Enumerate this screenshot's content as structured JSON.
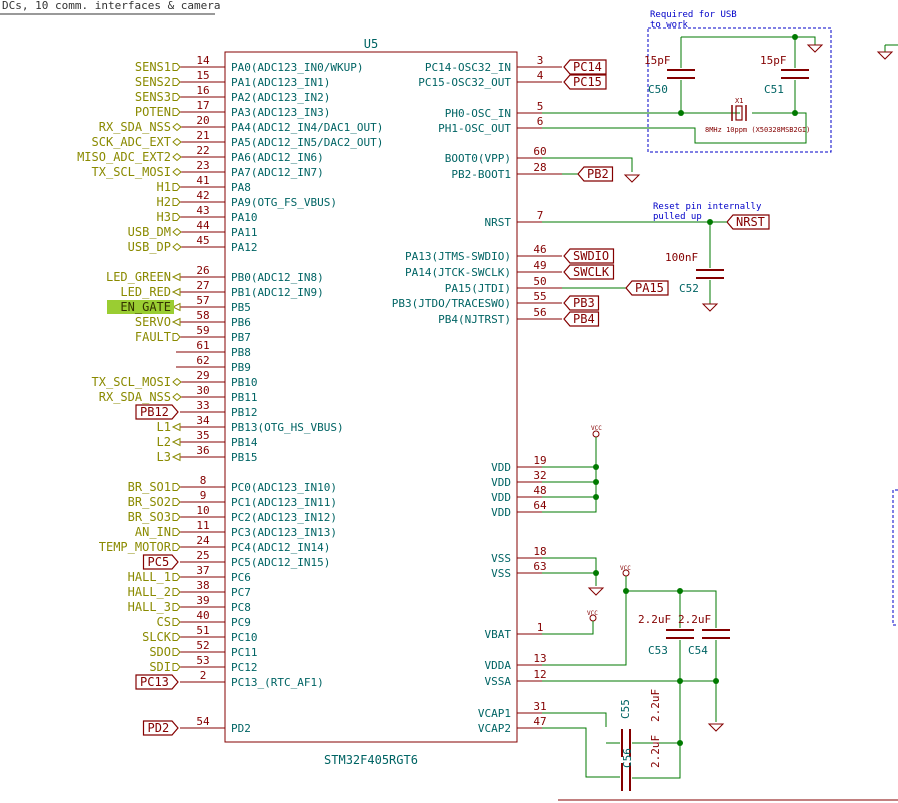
{
  "header_text": "DCs, 10 comm. interfaces & camera",
  "chip": {
    "ref": "U5",
    "value": "STM32F405RGT6",
    "left_pins": [
      {
        "num": "14",
        "name": "PA0(ADC123_IN0/WKUP)",
        "net": "SENS1"
      },
      {
        "num": "15",
        "name": "PA1(ADC123_IN1)",
        "net": "SENS2"
      },
      {
        "num": "16",
        "name": "PA2(ADC123_IN2)",
        "net": "SENS3"
      },
      {
        "num": "17",
        "name": "PA3(ADC123_IN3)",
        "net": "POTEN"
      },
      {
        "num": "20",
        "name": "PA4(ADC12_IN4/DAC1_OUT)",
        "net": "RX_SDA_NSS"
      },
      {
        "num": "21",
        "name": "PA5(ADC12_IN5/DAC2_OUT)",
        "net": "SCK_ADC_EXT"
      },
      {
        "num": "22",
        "name": "PA6(ADC12_IN6)",
        "net": "MISO_ADC_EXT2"
      },
      {
        "num": "23",
        "name": "PA7(ADC12_IN7)",
        "net": "TX_SCL_MOSI"
      },
      {
        "num": "41",
        "name": "PA8",
        "net": "H1"
      },
      {
        "num": "42",
        "name": "PA9(OTG_FS_VBUS)",
        "net": "H2"
      },
      {
        "num": "43",
        "name": "PA10",
        "net": "H3"
      },
      {
        "num": "44",
        "name": "PA11",
        "net": "USB_DM"
      },
      {
        "num": "45",
        "name": "PA12",
        "net": "USB_DP"
      },
      {
        "num": "26",
        "name": "PB0(ADC12_IN8)",
        "net": "LED_GREEN"
      },
      {
        "num": "27",
        "name": "PB1(ADC12_IN9)",
        "net": "LED_RED"
      },
      {
        "num": "57",
        "name": "PB5",
        "net": "EN_GATE"
      },
      {
        "num": "58",
        "name": "PB6",
        "net": "SERVO"
      },
      {
        "num": "59",
        "name": "PB7",
        "net": "FAULT"
      },
      {
        "num": "61",
        "name": "PB8",
        "net": ""
      },
      {
        "num": "62",
        "name": "PB9",
        "net": ""
      },
      {
        "num": "29",
        "name": "PB10",
        "net": "TX_SCL_MOSI"
      },
      {
        "num": "30",
        "name": "PB11",
        "net": "RX_SDA_NSS"
      },
      {
        "num": "33",
        "name": "PB12",
        "net": "PB12"
      },
      {
        "num": "34",
        "name": "PB13(OTG_HS_VBUS)",
        "net": "L1"
      },
      {
        "num": "35",
        "name": "PB14",
        "net": "L2"
      },
      {
        "num": "36",
        "name": "PB15",
        "net": "L3"
      },
      {
        "num": "8",
        "name": "PC0(ADC123_IN10)",
        "net": "BR_SO1"
      },
      {
        "num": "9",
        "name": "PC1(ADC123_IN11)",
        "net": "BR_SO2"
      },
      {
        "num": "10",
        "name": "PC2(ADC123_IN12)",
        "net": "BR_SO3"
      },
      {
        "num": "11",
        "name": "PC3(ADC123_IN13)",
        "net": "AN_IN"
      },
      {
        "num": "24",
        "name": "PC4(ADC12_IN14)",
        "net": "TEMP_MOTOR"
      },
      {
        "num": "25",
        "name": "PC5(ADC12_IN15)",
        "net": "PC5"
      },
      {
        "num": "37",
        "name": "PC6",
        "net": "HALL_1"
      },
      {
        "num": "38",
        "name": "PC7",
        "net": "HALL_2"
      },
      {
        "num": "39",
        "name": "PC8",
        "net": "HALL_3"
      },
      {
        "num": "40",
        "name": "PC9",
        "net": "CS"
      },
      {
        "num": "51",
        "name": "PC10",
        "net": "SLCK"
      },
      {
        "num": "52",
        "name": "PC11",
        "net": "SDO"
      },
      {
        "num": "53",
        "name": "PC12",
        "net": "SDI"
      },
      {
        "num": "2",
        "name": "PC13_(RTC_AF1)",
        "net": "PC13"
      },
      {
        "num": "54",
        "name": "PD2",
        "net": "PD2"
      }
    ],
    "right_pins": [
      {
        "num": "3",
        "name": "PC14-OSC32_IN",
        "net": "PC14"
      },
      {
        "num": "4",
        "name": "PC15-OSC32_OUT",
        "net": "PC15"
      },
      {
        "num": "5",
        "name": "PH0-OSC_IN",
        "net": ""
      },
      {
        "num": "6",
        "name": "PH1-OSC_OUT",
        "net": ""
      },
      {
        "num": "60",
        "name": "BOOT0(VPP)",
        "net": ""
      },
      {
        "num": "28",
        "name": "PB2-BOOT1",
        "net": "PB2"
      },
      {
        "num": "7",
        "name": "NRST",
        "net": "NRST"
      },
      {
        "num": "46",
        "name": "PA13(JTMS-SWDIO)",
        "net": "SWDIO"
      },
      {
        "num": "49",
        "name": "PA14(JTCK-SWCLK)",
        "net": "SWCLK"
      },
      {
        "num": "50",
        "name": "PA15(JTDI)",
        "net": "PA15"
      },
      {
        "num": "55",
        "name": "PB3(JTDO/TRACESWO)",
        "net": "PB3"
      },
      {
        "num": "56",
        "name": "PB4(NJTRST)",
        "net": "PB4"
      },
      {
        "num": "19",
        "name": "VDD",
        "net": ""
      },
      {
        "num": "32",
        "name": "VDD",
        "net": ""
      },
      {
        "num": "48",
        "name": "VDD",
        "net": ""
      },
      {
        "num": "64",
        "name": "VDD",
        "net": ""
      },
      {
        "num": "18",
        "name": "VSS",
        "net": ""
      },
      {
        "num": "63",
        "name": "VSS",
        "net": ""
      },
      {
        "num": "1",
        "name": "VBAT",
        "net": ""
      },
      {
        "num": "13",
        "name": "VDDA",
        "net": ""
      },
      {
        "num": "12",
        "name": "VSSA",
        "net": ""
      },
      {
        "num": "31",
        "name": "VCAP1",
        "net": ""
      },
      {
        "num": "47",
        "name": "VCAP2",
        "net": ""
      }
    ]
  },
  "components": {
    "c50": {
      "ref": "C50",
      "value": "15pF"
    },
    "c51": {
      "ref": "C51",
      "value": "15pF"
    },
    "x1": {
      "ref": "X1",
      "value": "8MHz 10ppm (X50328MSB2GI)"
    },
    "c52": {
      "ref": "C52",
      "value": "100nF"
    },
    "c53": {
      "ref": "C53",
      "value": "2.2uF"
    },
    "c54": {
      "ref": "C54",
      "value": "2.2uF"
    },
    "c55": {
      "ref": "C55",
      "value": "2.2uF"
    },
    "c56": {
      "ref": "C56",
      "value": "2.2uF"
    },
    "vcc": "VCC"
  },
  "notes": {
    "usb_line1": "Required for USB",
    "usb_line2": "to work",
    "reset_line1": "Reset pin internally",
    "reset_line2": "pulled up"
  },
  "colors": {
    "pin_text": "#840000",
    "pin_name": "#006464",
    "net_label": "#8a8a00",
    "wire": "#007a00",
    "note": "#0000c8",
    "highlight": "#9acd32"
  }
}
